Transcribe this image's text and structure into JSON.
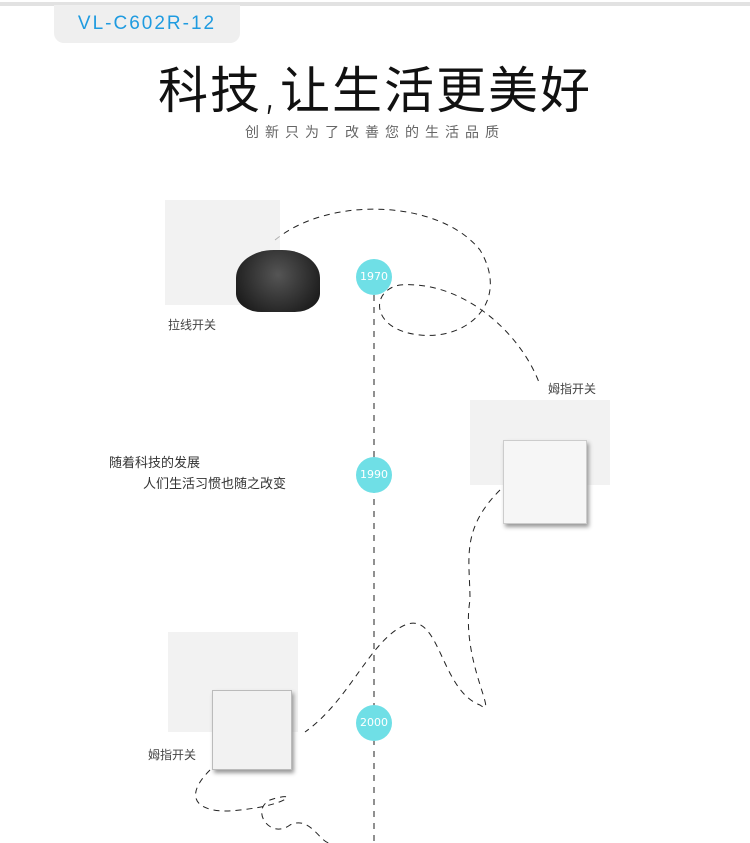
{
  "header": {
    "model": "VL-C602R-12",
    "title": "科技,让生活更美好",
    "subtitle": "创新只为了改善您的生活品质"
  },
  "timeline": {
    "years": [
      "1970",
      "1990",
      "2000"
    ],
    "labels": [
      "拉线开关",
      "姆指开关",
      "姆指开关"
    ],
    "caption": [
      "随着科技的发展",
      "人们生活习惯也随之改变"
    ],
    "accent": "#6fdfe6"
  }
}
